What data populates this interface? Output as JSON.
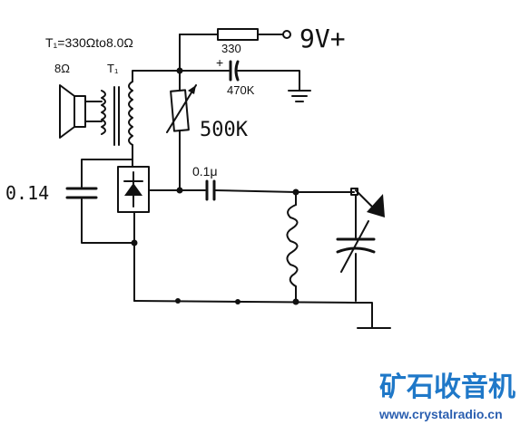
{
  "labels": {
    "transformer_note": "T₁=330Ωto8.0Ω",
    "speaker_ohms": "8Ω",
    "transformer_name": "T₁",
    "resistor_330": "330",
    "supply": "9V+",
    "polarity_plus": "+",
    "cap_470k": "470K",
    "pot_500k": "500K",
    "cap_01u": "0.1μ",
    "cap_014": "0.14"
  },
  "watermark": {
    "brand_cn": "矿石收音机",
    "url": "www.crystalradio.cn"
  },
  "colors": {
    "ink": "#111111",
    "brand": "#1f78c8",
    "url": "#2b5fb0"
  }
}
